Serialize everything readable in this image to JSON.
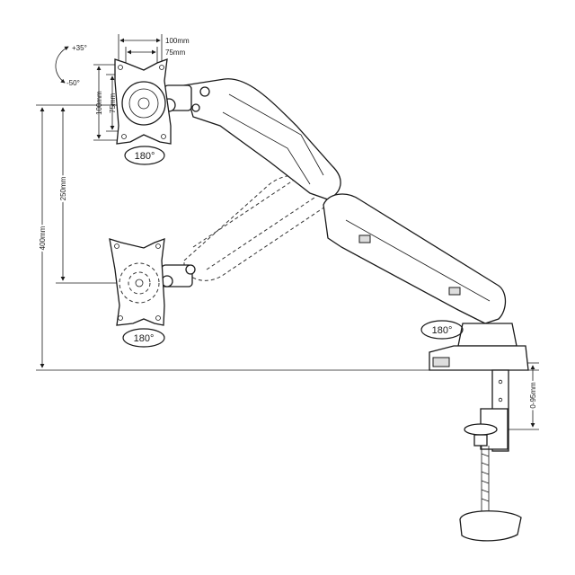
{
  "title": "Gas spring monitor arm dimensions",
  "tilt": {
    "up": "+35°",
    "down": "-50°"
  },
  "vesa": {
    "horizontal_large": "100mm",
    "horizontal_small": "75mm",
    "vertical_large": "100mm",
    "vertical_small": "75mm"
  },
  "rotation": {
    "top_monitor": "180°",
    "bottom_monitor": "180°",
    "arm_base": "180°"
  },
  "heights": {
    "max_height": "400mm",
    "travel": "250mm",
    "clamp_range": "0-95mm"
  }
}
